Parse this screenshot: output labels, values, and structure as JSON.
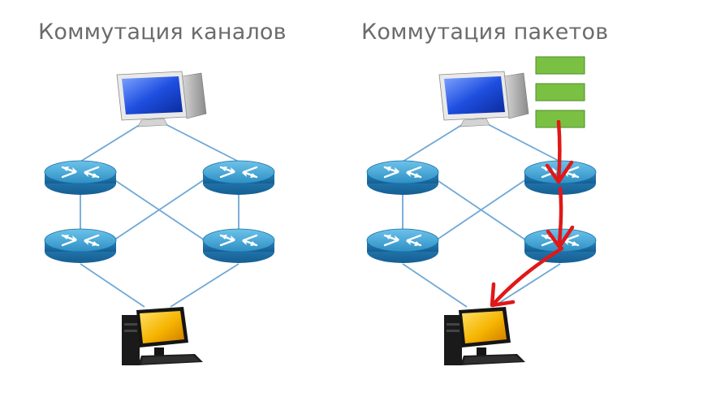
{
  "left_diagram": {
    "title": "Коммутация каналов"
  },
  "right_diagram": {
    "title": "Коммутация пакетов",
    "packet_count": 3
  },
  "colors": {
    "link": "#6fa8d6",
    "router_top": "#3d9fd0",
    "router_side": "#1b6fa6",
    "monitor_blue": "#1f4fe0",
    "monitor_orange": "#f5a800",
    "packet": "#7ac143",
    "packet_border": "#4e8a2a",
    "arrow": "#e01818",
    "title": "#6b6b6b"
  },
  "icons": [
    "computer-blue-monitor-icon",
    "router-icon",
    "computer-orange-monitor-icon",
    "packet-icon",
    "route-arrow-icon"
  ]
}
